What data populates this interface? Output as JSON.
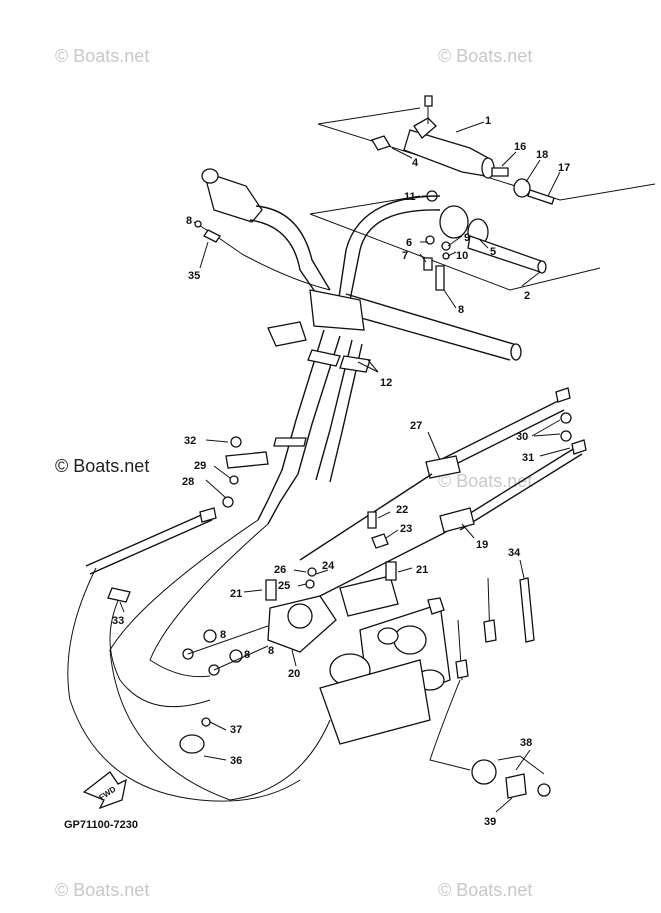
{
  "watermarks": {
    "top_left": "© Boats.net",
    "top_right": "© Boats.net",
    "middle_left": "© Boats.net",
    "middle_right": "© Boats.net",
    "bottom_left": "© Boats.net",
    "bottom_right": "© Boats.net"
  },
  "diagram_code": "GP71100-7230",
  "fwd_label": "FWD",
  "callouts": [
    {
      "id": "c1",
      "label": "1"
    },
    {
      "id": "c2",
      "label": "2"
    },
    {
      "id": "c4",
      "label": "4"
    },
    {
      "id": "c5",
      "label": "5"
    },
    {
      "id": "c6",
      "label": "6"
    },
    {
      "id": "c7",
      "label": "7"
    },
    {
      "id": "c8a",
      "label": "8"
    },
    {
      "id": "c8b",
      "label": "8"
    },
    {
      "id": "c9",
      "label": "9"
    },
    {
      "id": "c10",
      "label": "10"
    },
    {
      "id": "c11",
      "label": "11"
    },
    {
      "id": "c12",
      "label": "12"
    },
    {
      "id": "c16",
      "label": "16"
    },
    {
      "id": "c17",
      "label": "17"
    },
    {
      "id": "c18",
      "label": "18"
    },
    {
      "id": "c19",
      "label": "19"
    },
    {
      "id": "c20",
      "label": "20"
    },
    {
      "id": "c21a",
      "label": "21"
    },
    {
      "id": "c21b",
      "label": "21"
    },
    {
      "id": "c22",
      "label": "22"
    },
    {
      "id": "c23",
      "label": "23"
    },
    {
      "id": "c24",
      "label": "24"
    },
    {
      "id": "c25",
      "label": "25"
    },
    {
      "id": "c26",
      "label": "26"
    },
    {
      "id": "c27",
      "label": "27"
    },
    {
      "id": "c28",
      "label": "28"
    },
    {
      "id": "c29",
      "label": "29"
    },
    {
      "id": "c30",
      "label": "30"
    },
    {
      "id": "c31",
      "label": "31"
    },
    {
      "id": "c32",
      "label": "32"
    },
    {
      "id": "c33",
      "label": "33"
    },
    {
      "id": "c34",
      "label": "34"
    },
    {
      "id": "c35",
      "label": "35"
    },
    {
      "id": "c36",
      "label": "36"
    },
    {
      "id": "c37",
      "label": "37"
    },
    {
      "id": "c38",
      "label": "38"
    },
    {
      "id": "c39",
      "label": "39"
    },
    {
      "id": "c8c",
      "label": "8"
    },
    {
      "id": "c8d",
      "label": "8"
    },
    {
      "id": "c8e",
      "label": "8"
    }
  ]
}
